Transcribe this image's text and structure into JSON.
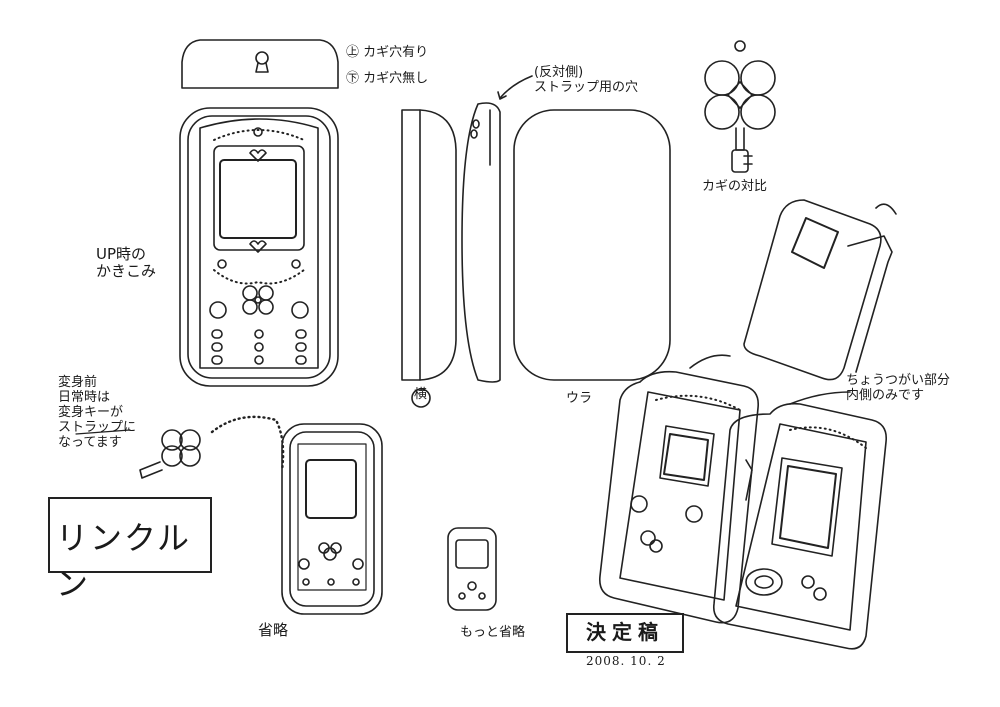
{
  "notes": {
    "top_legend_line1": "㊤ カギ穴有り",
    "top_legend_line2": "㊦ カギ穴無し",
    "up_label": "UP時の\nかきこみ",
    "strap_hole": "(反対側)\nストラップ用の穴",
    "key_compare": "カギの対比",
    "side_label": "横",
    "back_label": "ウラ",
    "hinge_note": "ちょうつがい部分\n内側のみです",
    "pre_transform": "変身前\n日常時は\n変身キーが\nストラップに\nなってます",
    "simplified": "省略",
    "more_simplified": "もっと省略"
  },
  "title": "リンクルン",
  "stamp": "決定稿",
  "date": "2008. 10. 2"
}
